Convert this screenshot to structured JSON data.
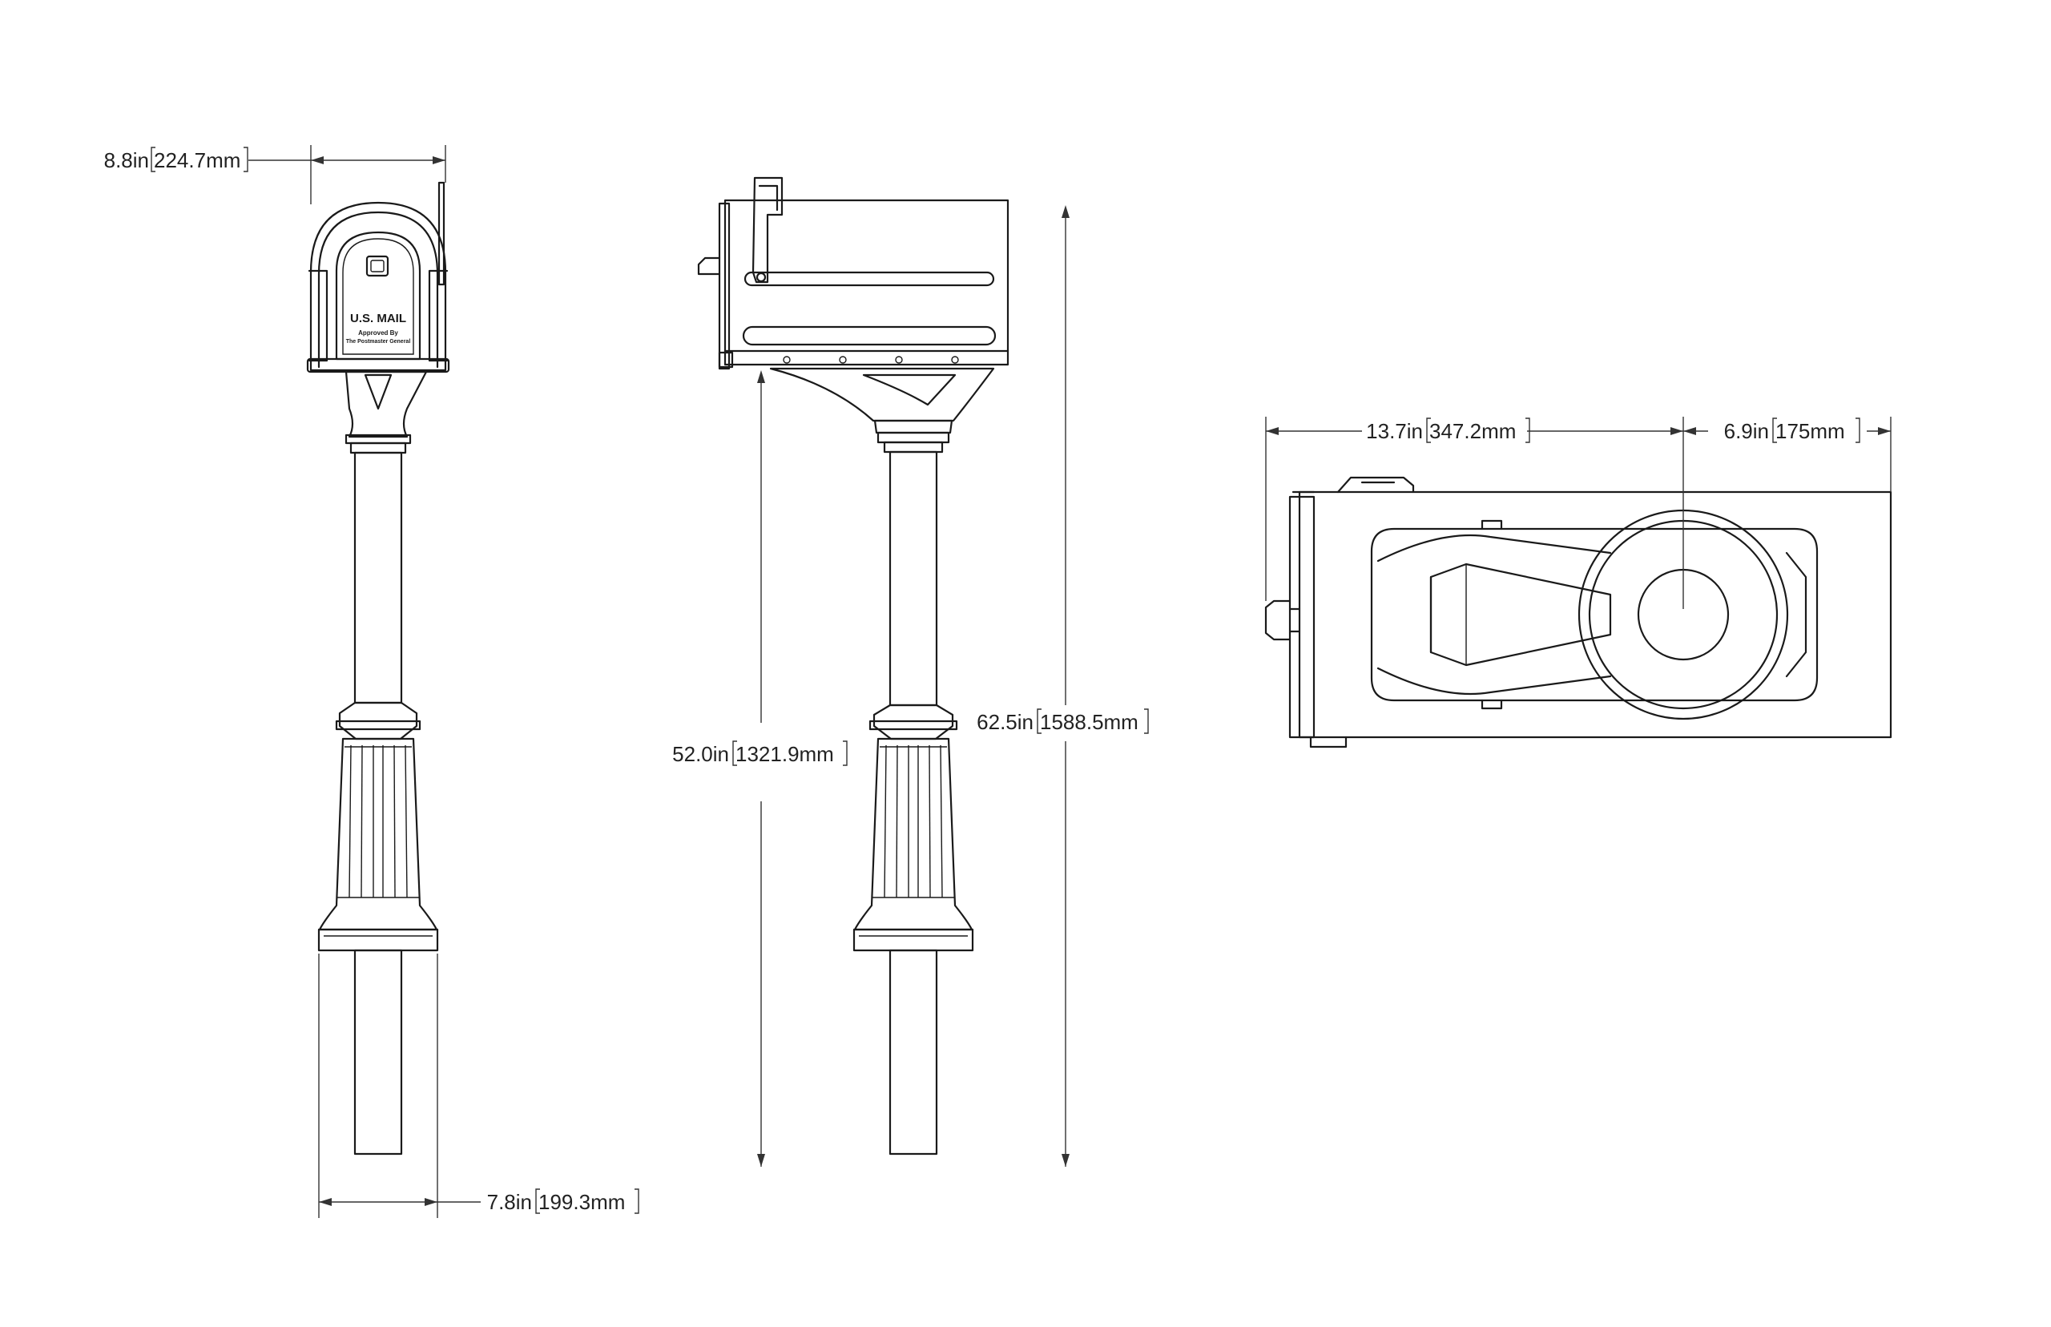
{
  "dimensions": {
    "top_width": {
      "inch": "8.8in",
      "mm": "224.7mm"
    },
    "base_width": {
      "inch": "7.8in",
      "mm": "199.3mm"
    },
    "box_bottom_height": {
      "inch": "52.0in",
      "mm": "1321.9mm"
    },
    "overall_height": {
      "inch": "62.5in",
      "mm": "1588.5mm"
    },
    "top_length": {
      "inch": "13.7in",
      "mm": "347.2mm"
    },
    "top_offset": {
      "inch": "6.9in",
      "mm": "175mm"
    }
  },
  "mailbox_door": {
    "title": "U.S. MAIL",
    "line1": "Approved By",
    "line2": "The Postmaster General"
  }
}
